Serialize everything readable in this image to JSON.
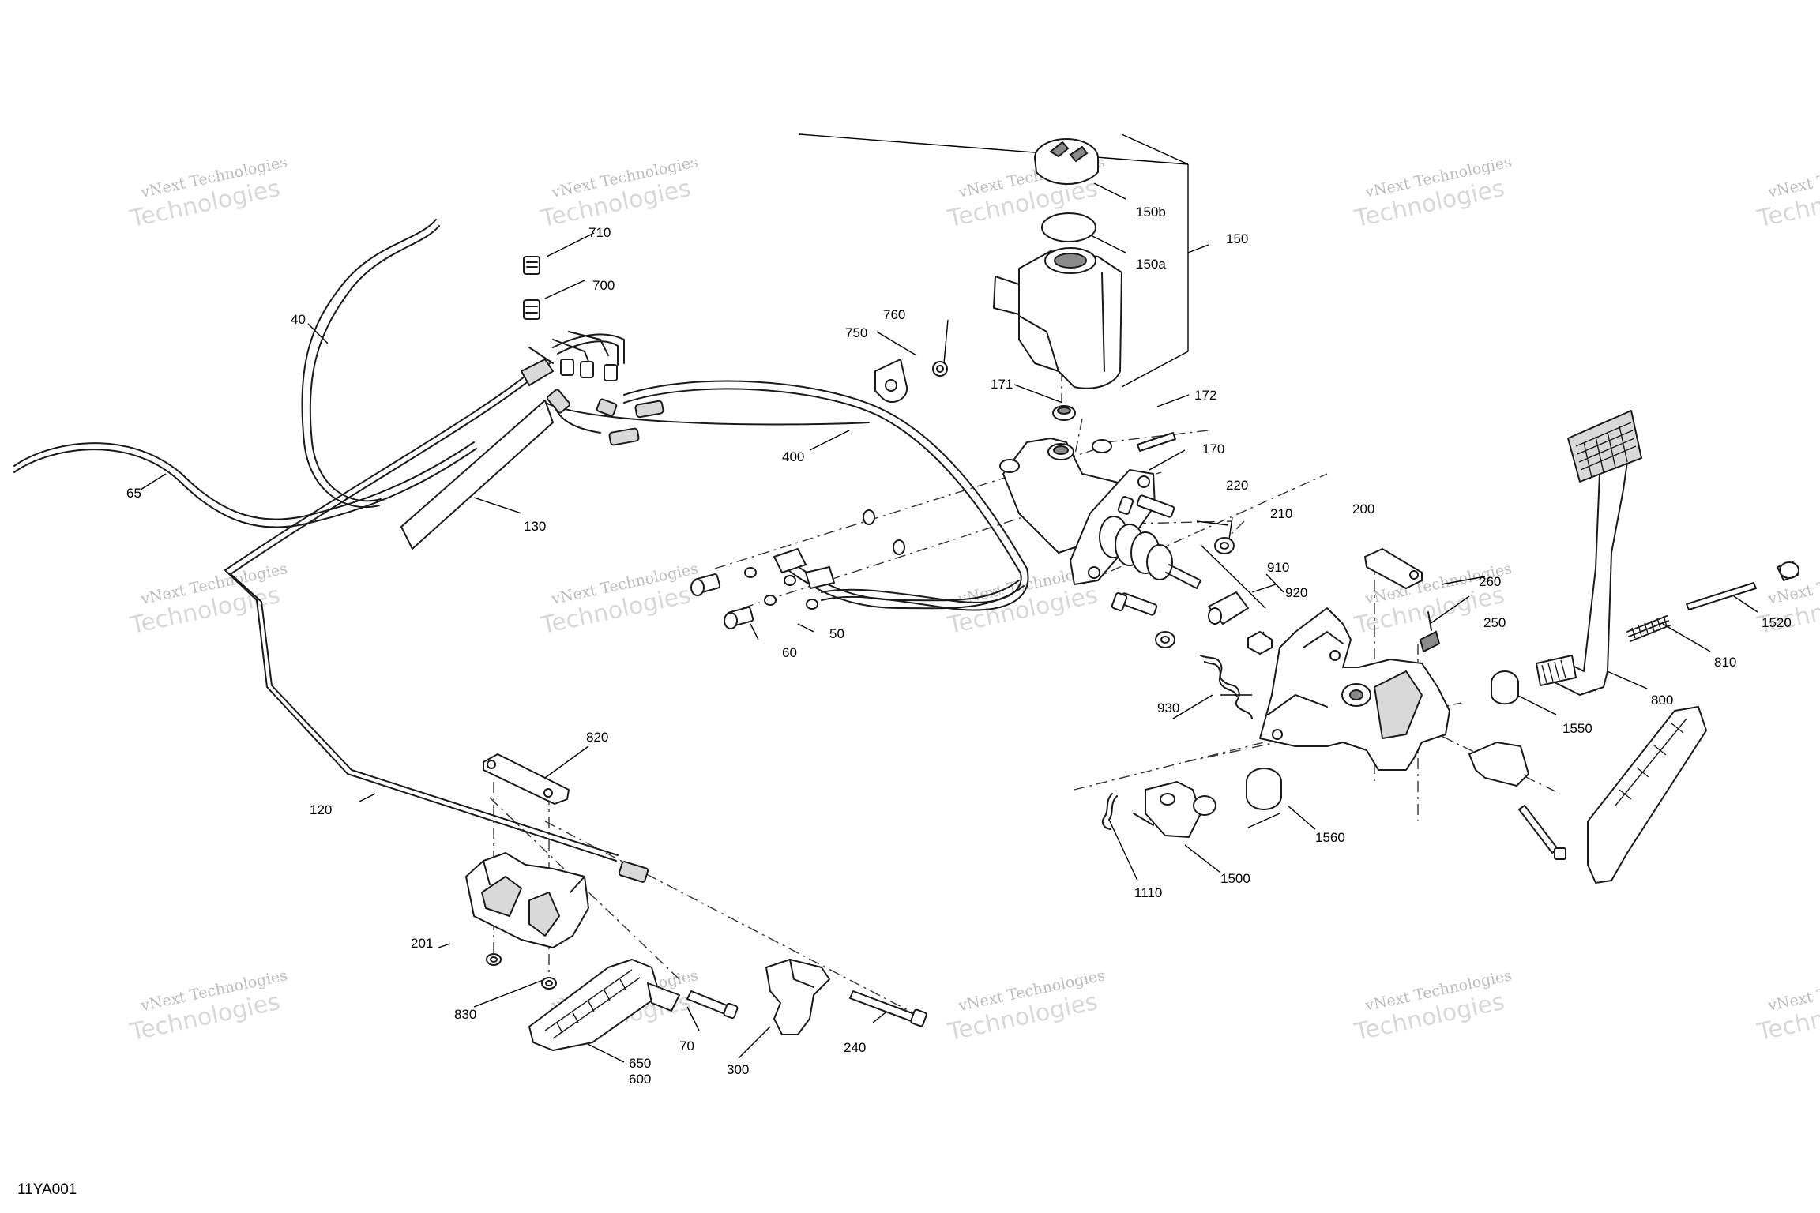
{
  "diagram": {
    "code": "11YA001",
    "watermark": {
      "line1": "vNext Technologies",
      "line2": "Technologies"
    },
    "callouts": [
      {
        "id": "c-710",
        "label": "710"
      },
      {
        "id": "c-700",
        "label": "700"
      },
      {
        "id": "c-40",
        "label": "40"
      },
      {
        "id": "c-65",
        "label": "65"
      },
      {
        "id": "c-130",
        "label": "130"
      },
      {
        "id": "c-400",
        "label": "400"
      },
      {
        "id": "c-750",
        "label": "750"
      },
      {
        "id": "c-760",
        "label": "760"
      },
      {
        "id": "c-171",
        "label": "171"
      },
      {
        "id": "c-150b",
        "label": "150b"
      },
      {
        "id": "c-150a",
        "label": "150a"
      },
      {
        "id": "c-150",
        "label": "150"
      },
      {
        "id": "c-172",
        "label": "172"
      },
      {
        "id": "c-170",
        "label": "170"
      },
      {
        "id": "c-220",
        "label": "220"
      },
      {
        "id": "c-210",
        "label": "210"
      },
      {
        "id": "c-200",
        "label": "200"
      },
      {
        "id": "c-910",
        "label": "910"
      },
      {
        "id": "c-920",
        "label": "920"
      },
      {
        "id": "c-260",
        "label": "260"
      },
      {
        "id": "c-250",
        "label": "250"
      },
      {
        "id": "c-1520",
        "label": "1520"
      },
      {
        "id": "c-810",
        "label": "810"
      },
      {
        "id": "c-800",
        "label": "800"
      },
      {
        "id": "c-1550",
        "label": "1550"
      },
      {
        "id": "c-930",
        "label": "930"
      },
      {
        "id": "c-1560",
        "label": "1560"
      },
      {
        "id": "c-1110",
        "label": "1110"
      },
      {
        "id": "c-1500",
        "label": "1500"
      },
      {
        "id": "c-60",
        "label": "60"
      },
      {
        "id": "c-50",
        "label": "50"
      },
      {
        "id": "c-820",
        "label": "820"
      },
      {
        "id": "c-120",
        "label": "120"
      },
      {
        "id": "c-201",
        "label": "201"
      },
      {
        "id": "c-830",
        "label": "830"
      },
      {
        "id": "c-70",
        "label": "70"
      },
      {
        "id": "c-300",
        "label": "300"
      },
      {
        "id": "c-240",
        "label": "240"
      },
      {
        "id": "c-650",
        "label": "650"
      },
      {
        "id": "c-600",
        "label": "600"
      }
    ]
  }
}
